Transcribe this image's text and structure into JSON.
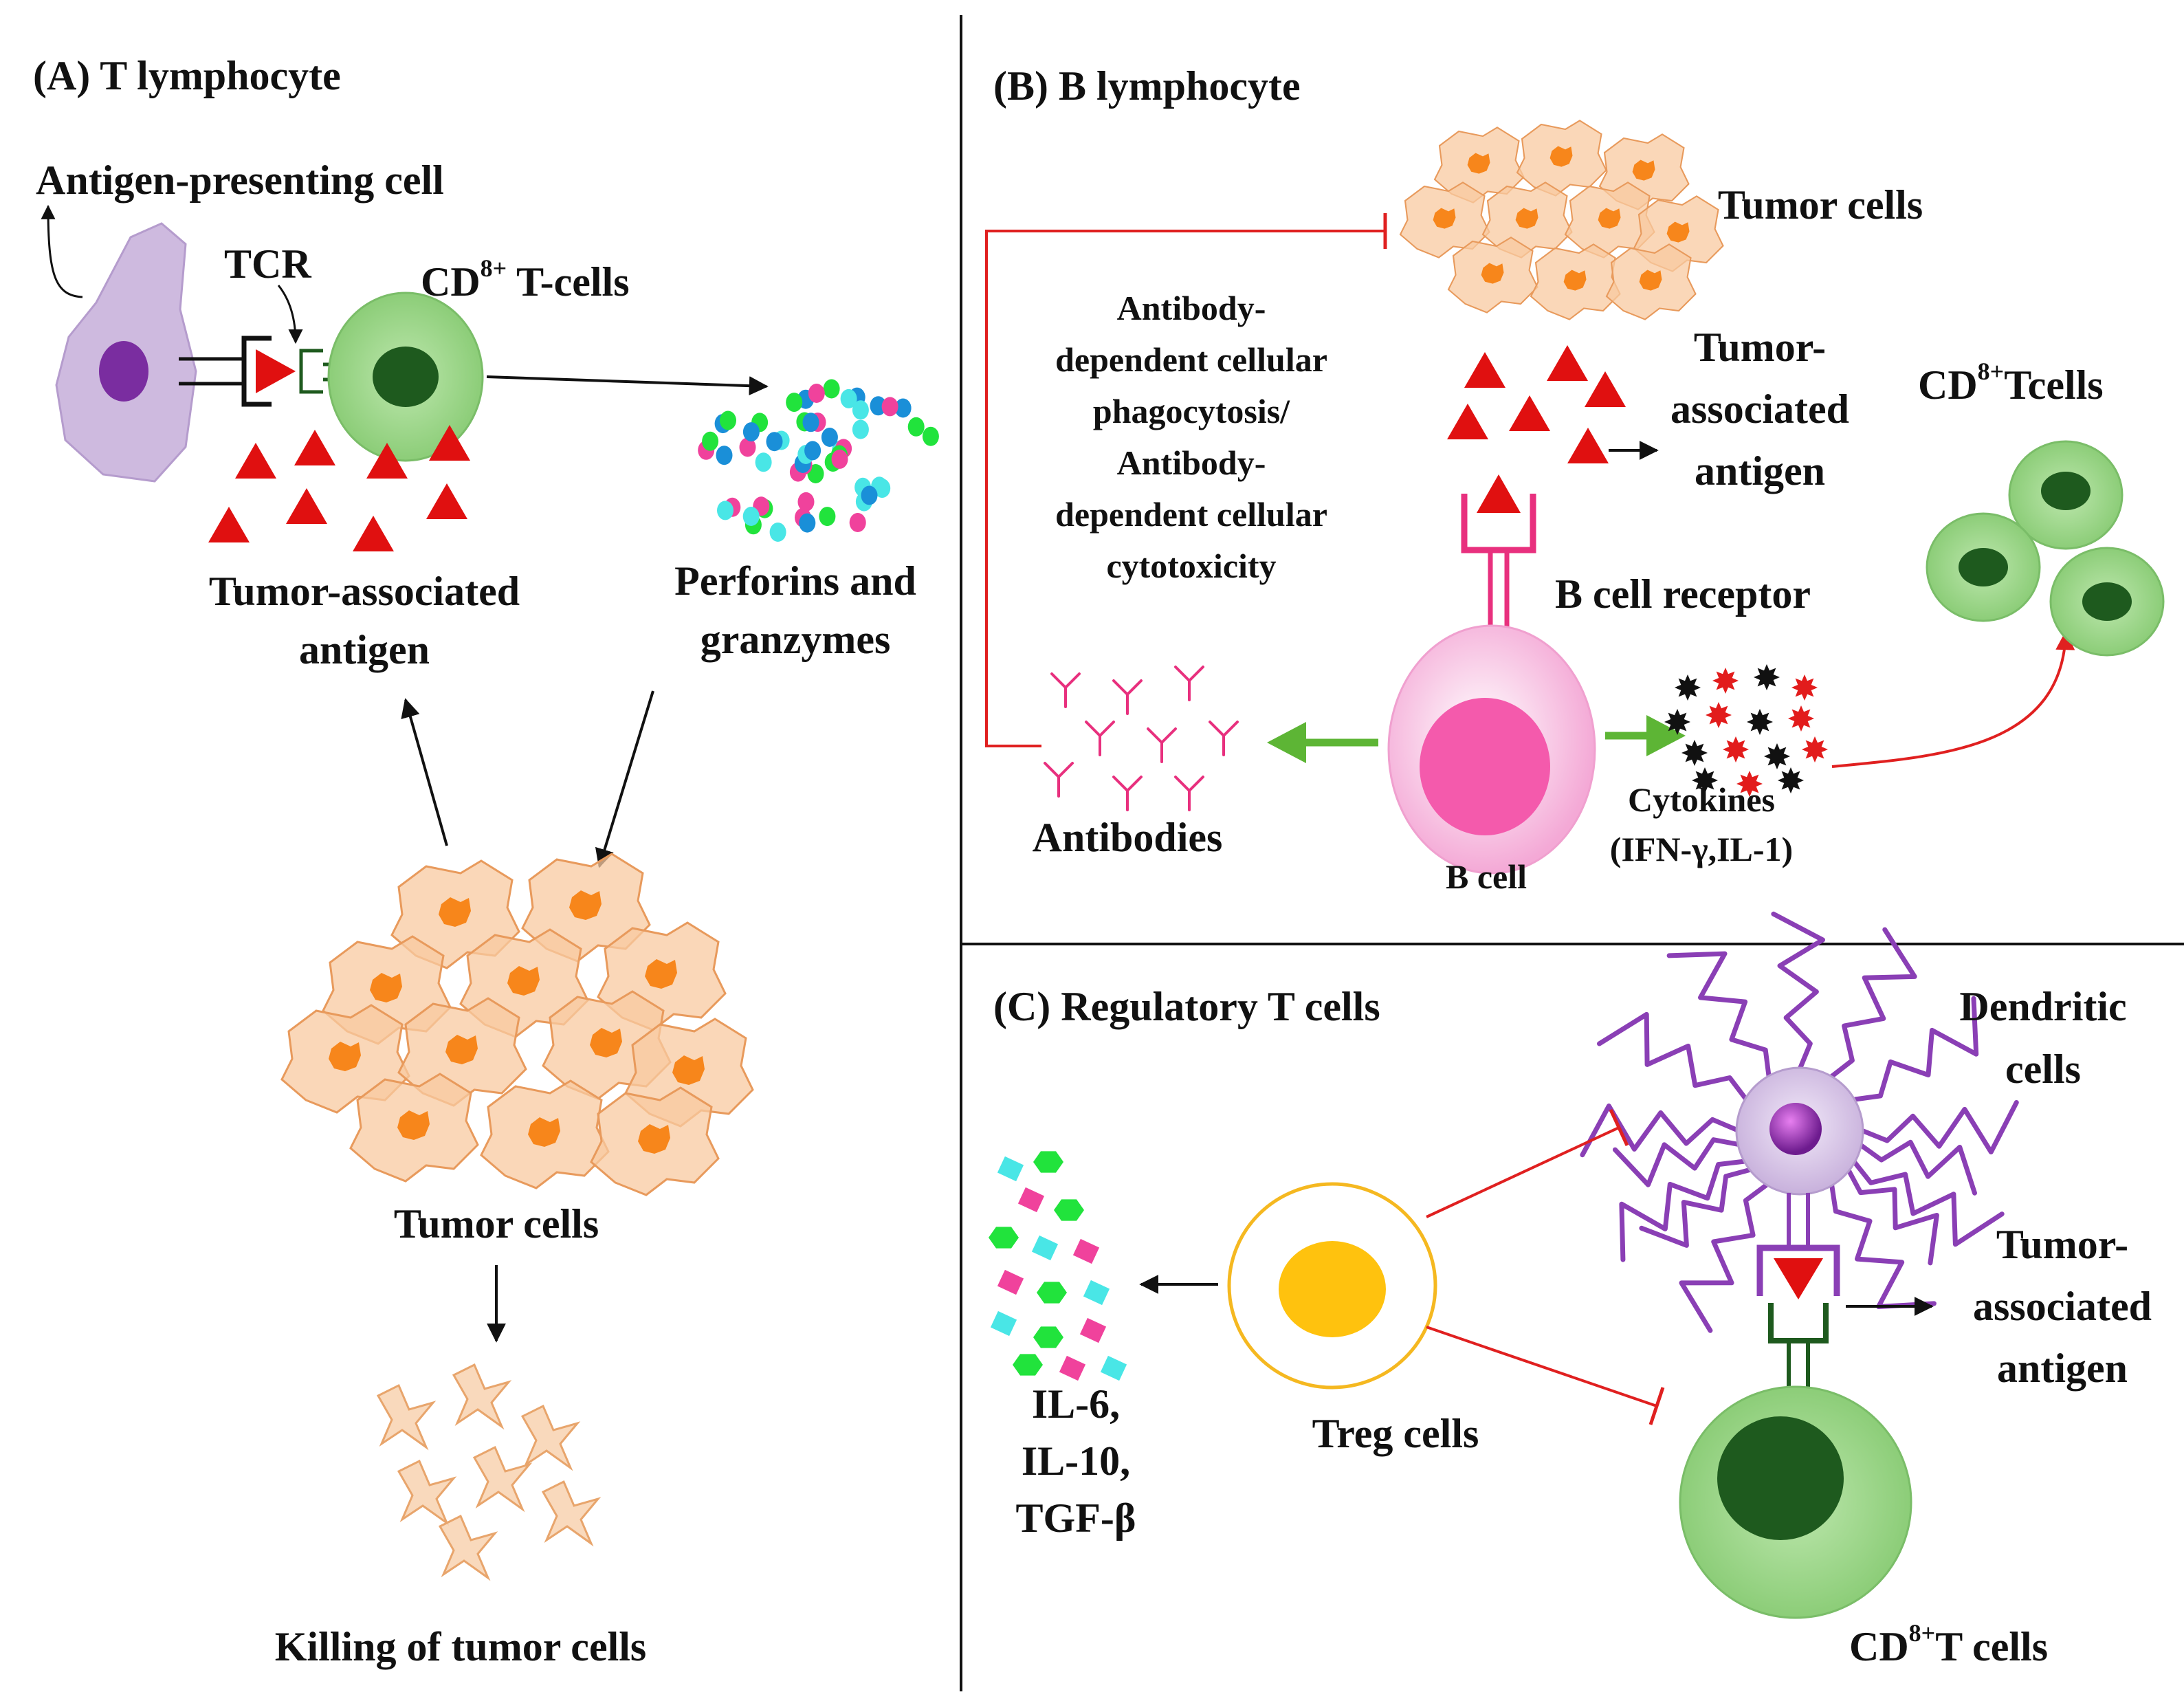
{
  "panels": {
    "a": {
      "title": "(A) T lymphocyte",
      "antigen_presenting_cell": "Antigen-presenting cell",
      "tcr": "TCR",
      "cd8_prefix": "CD",
      "cd8_sup": "8+",
      "cd8_suffix": " T-cells",
      "taa_line1": "Tumor-associated",
      "taa_line2": "antigen",
      "perforins_line1": "Perforins and",
      "perforins_line2": "granzymes",
      "tumor_cells": "Tumor cells",
      "killing": "Killing of tumor cells"
    },
    "b": {
      "title": "(B) B lymphocyte",
      "tumor_cells": "Tumor cells",
      "adcp_lines": [
        "Antibody-",
        "dependent cellular",
        "phagocytosis/",
        "Antibody-",
        "dependent cellular",
        "cytotoxicity"
      ],
      "taa_lines": [
        "Tumor-",
        "associated",
        "antigen"
      ],
      "cd8_prefix": "CD",
      "cd8_sup": "8+",
      "cd8_suffix": "Tcells",
      "bcr": "B cell receptor",
      "antibodies": "Antibodies",
      "b_cell": "B cell",
      "cytokines_line1": "Cytokines",
      "cytokines_line2": "(IFN-γ,IL-1)"
    },
    "c": {
      "title": "(C) Regulatory T cells",
      "dendritic_line1": "Dendritic",
      "dendritic_line2": "cells",
      "taa_lines": [
        "Tumor-",
        "associated",
        "antigen"
      ],
      "il_lines": [
        "IL-6,",
        "IL-10,",
        "TGF-β"
      ],
      "treg": "Treg cells",
      "cd8_prefix": "CD",
      "cd8_sup": "8+",
      "cd8_suffix": "T cells"
    }
  },
  "colors": {
    "apc": "#c9b3dc",
    "t_cell": "#93d080",
    "t_nucleus": "#1e5a1e",
    "antigen": "#e01010",
    "tumor_fill": "#f8c9a0",
    "tumor_nucleus": "#f7861b",
    "b_cell": "#f6b9dd",
    "b_nucleus": "#f45aac",
    "treg_nucleus": "#ffc20e",
    "inhibit": "#e02020",
    "activate": "#5db535"
  }
}
